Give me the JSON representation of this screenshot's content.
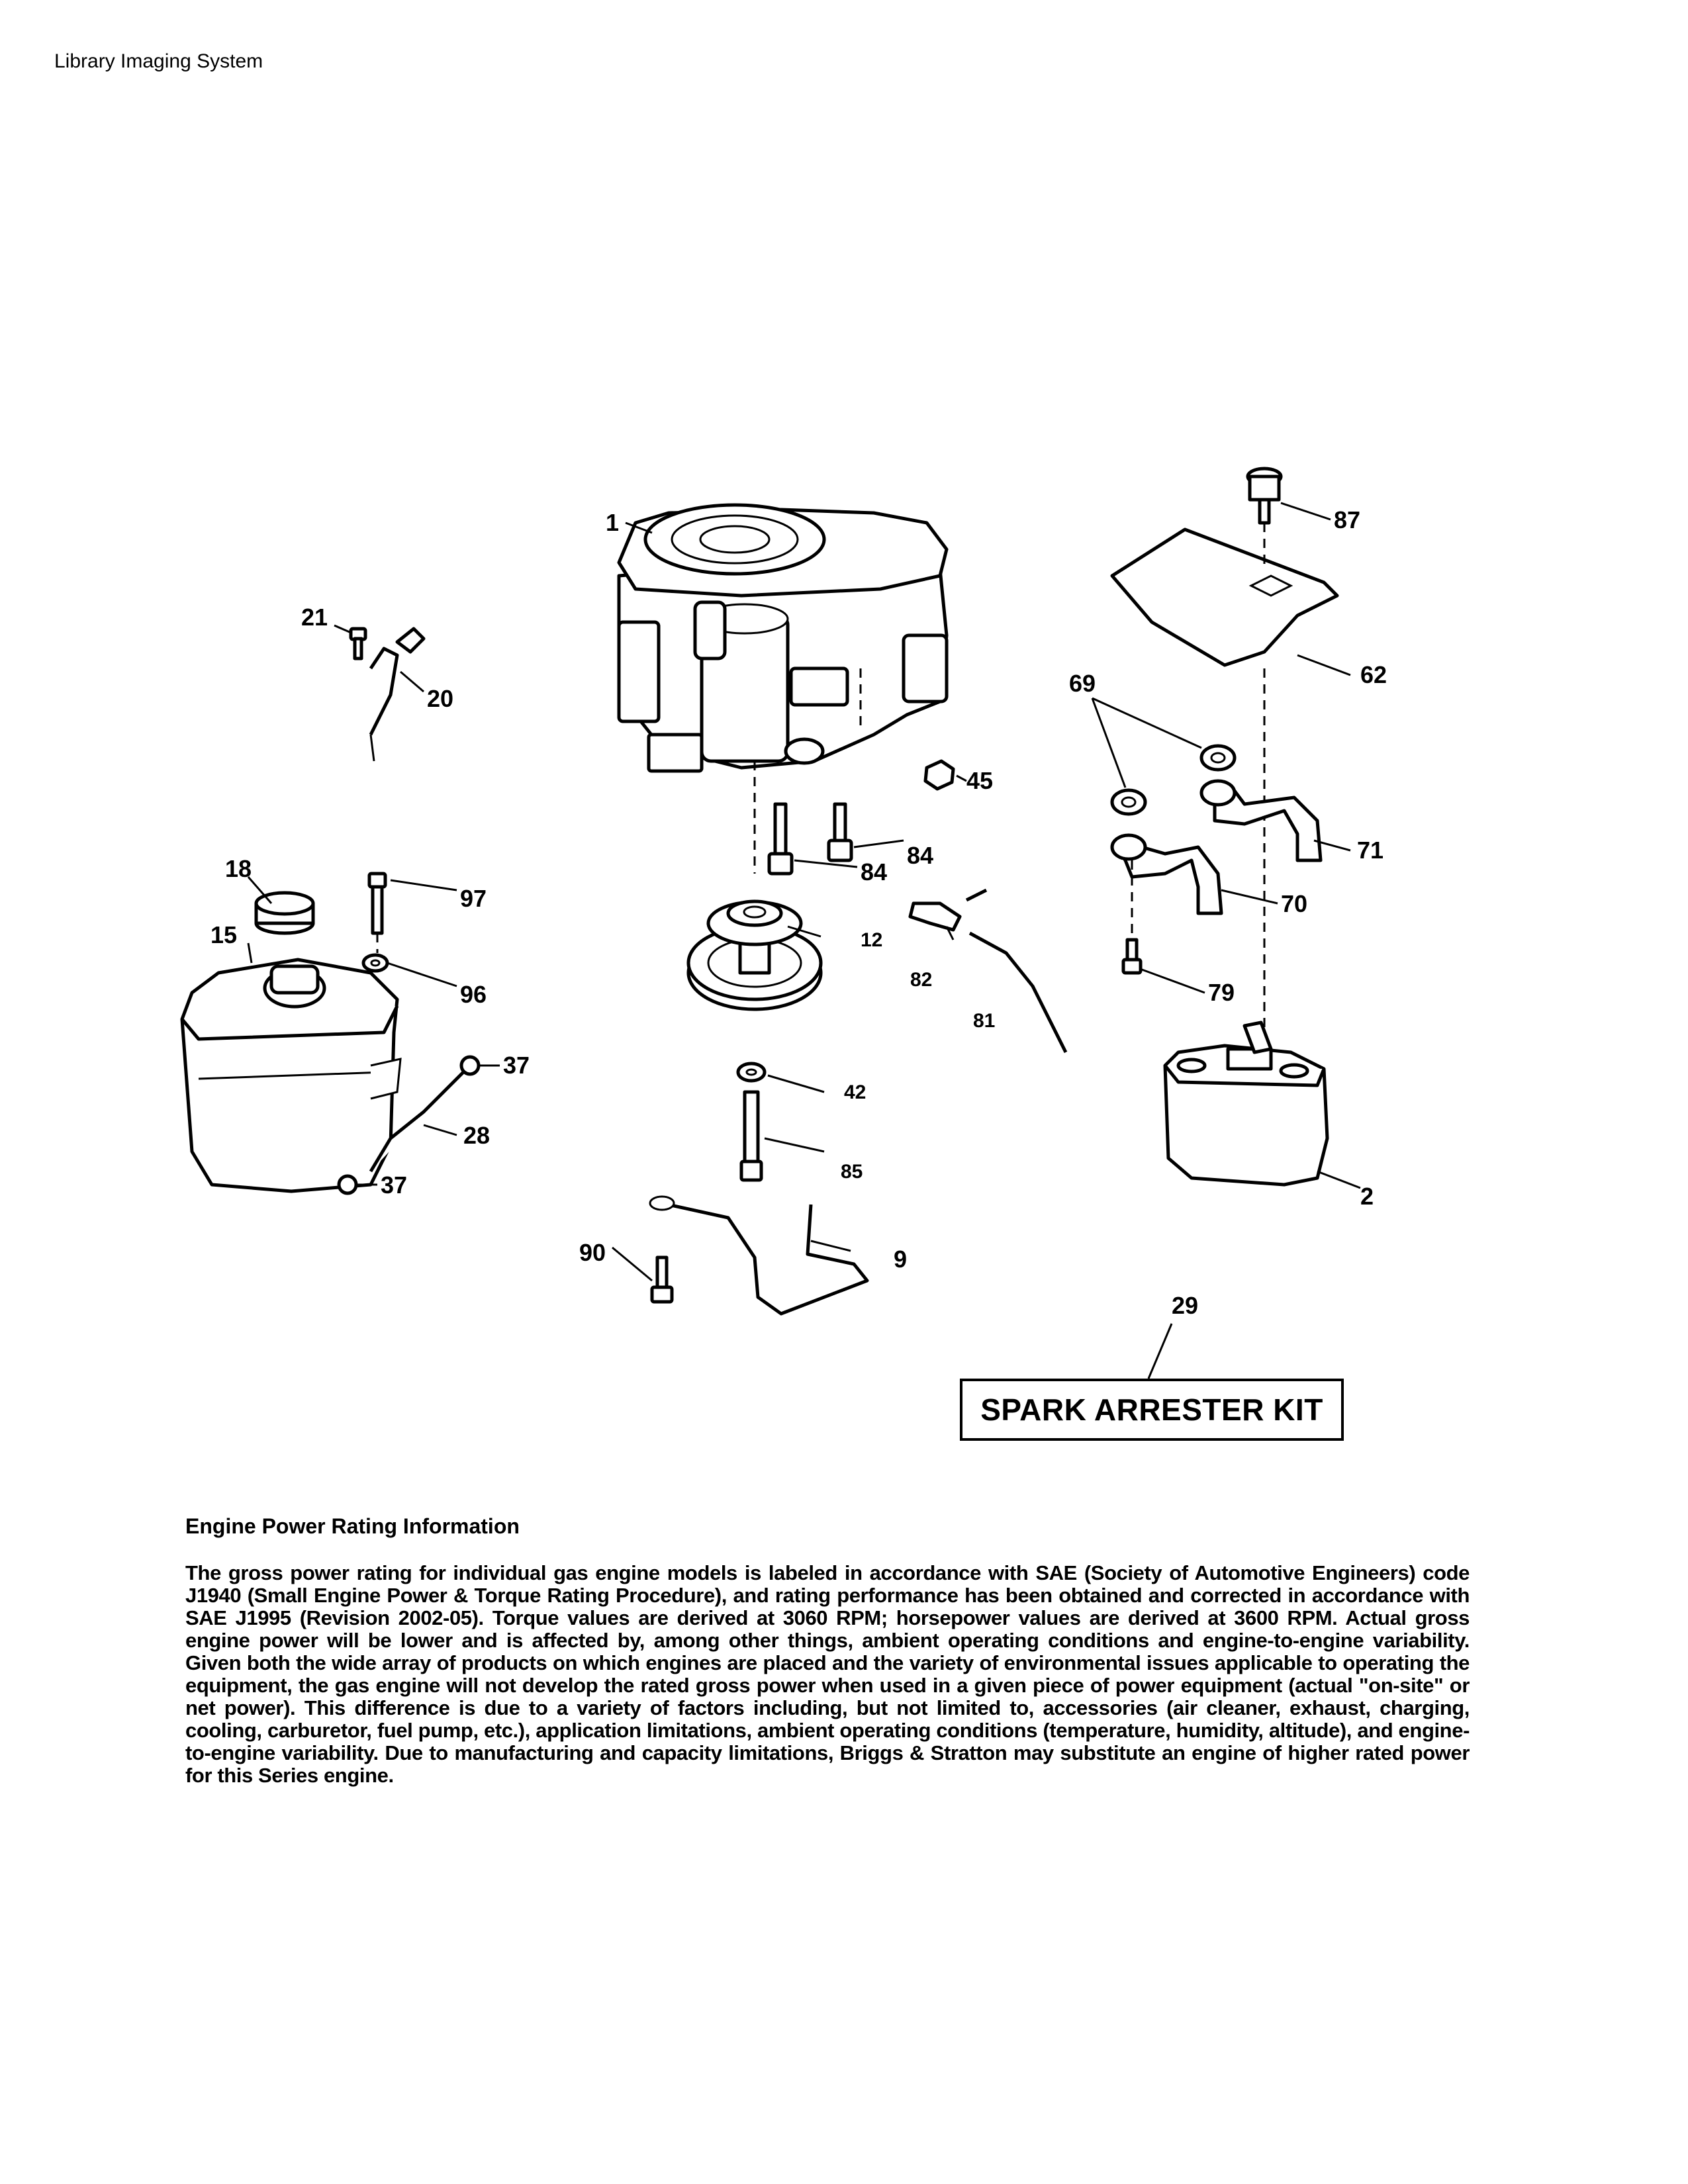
{
  "header": {
    "system_name": "Library Imaging System"
  },
  "callouts": {
    "c1": "1",
    "c2": "2",
    "c9": "9",
    "c12": "12",
    "c15": "15",
    "c18": "18",
    "c20": "20",
    "c21": "21",
    "c28": "28",
    "c29": "29",
    "c37a": "37",
    "c37b": "37",
    "c42": "42",
    "c45": "45",
    "c62": "62",
    "c69": "69",
    "c70": "70",
    "c71": "71",
    "c79": "79",
    "c81": "81",
    "c82": "82",
    "c84a": "84",
    "c84b": "84",
    "c85": "85",
    "c87": "87",
    "c90": "90",
    "c96": "96",
    "c97": "97"
  },
  "kit": {
    "label": "SPARK ARRESTER KIT"
  },
  "info": {
    "title": "Engine Power Rating Information",
    "body": "The gross power rating for individual gas engine models is labeled in accordance with SAE (Society of Automotive Engineers) code J1940 (Small Engine Power & Torque Rating Procedure), and rating performance has been obtained and corrected in accordance with SAE J1995 (Revision 2002-05). Torque values are derived at 3060 RPM; horsepower values are derived at 3600 RPM. Actual gross engine power will be lower and is affected by, among other things, ambient operating conditions and engine-to-engine variability. Given both the wide array of products on which engines are placed and the variety of environmental issues applicable to operating the equipment, the gas engine will not develop the rated gross power when used in a given piece of power equipment (actual \"on-site\" or net power). This difference is due to a variety of factors including, but not limited to, accessories (air cleaner, exhaust, charging, cooling, carburetor, fuel pump, etc.), application limitations, ambient operating conditions (temperature, humidity, altitude), and engine-to-engine variability. Due to manufacturing and capacity limitations, Briggs & Stratton may substitute an engine of higher rated power for this Series engine."
  }
}
